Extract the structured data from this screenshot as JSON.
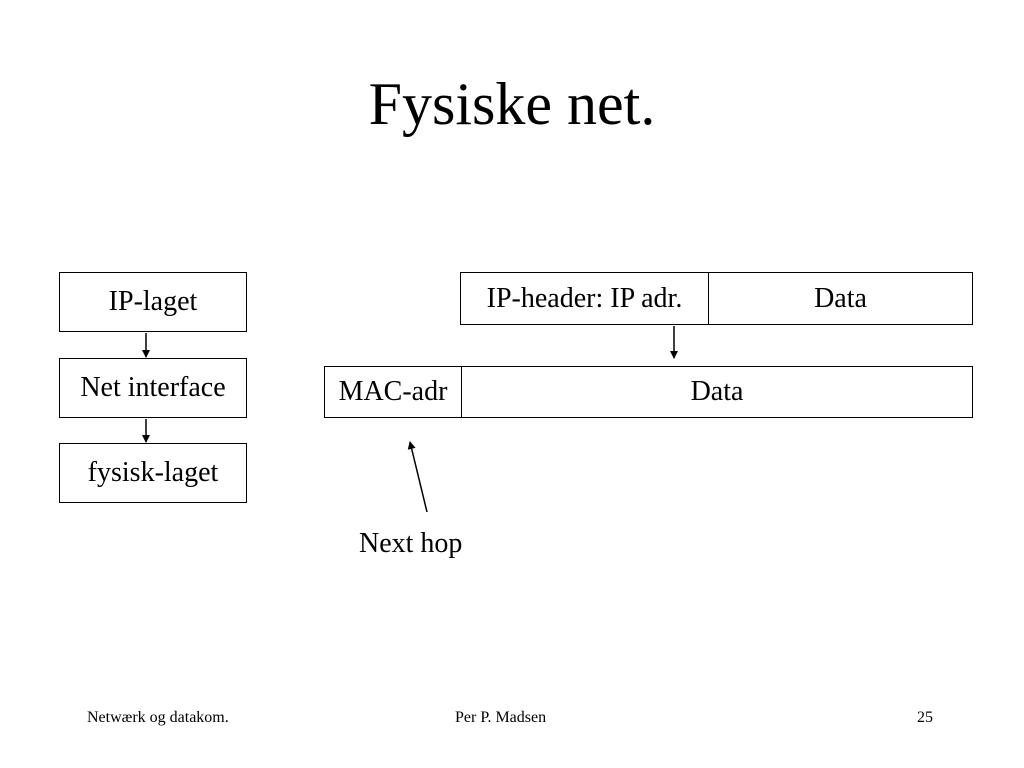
{
  "slide": {
    "title": "Fysiske net."
  },
  "layers": {
    "ip_layer": "IP-laget",
    "net_interface": "Net interface",
    "physical_layer": "fysisk-laget"
  },
  "ip_packet": {
    "header": "IP-header: IP adr.",
    "data": "Data"
  },
  "frame": {
    "mac": "MAC-adr",
    "data": "Data"
  },
  "annotation": {
    "next_hop": "Next hop"
  },
  "footer": {
    "left": "Netwærk og datakom.",
    "center": "Per P. Madsen",
    "page": "25"
  }
}
